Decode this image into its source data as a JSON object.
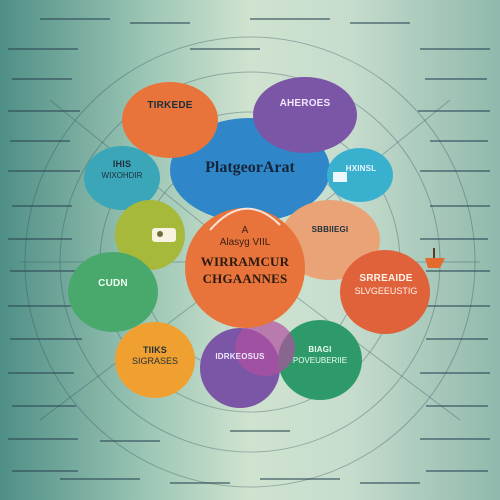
{
  "center": {
    "title": "PlatgeorArat",
    "subtitle_line1": "A",
    "subtitle_line2": "Alasyg VIIL",
    "main_line1": "WIRRAMCUR",
    "main_line2": "CHGAANNES"
  },
  "nodes": {
    "top_orange": {
      "heading": "TIRKEDE"
    },
    "top_purple": {
      "heading": "AHEROES"
    },
    "left_teal": {
      "heading": "IHIS",
      "sub": "WIXOHDIR"
    },
    "left_green": {
      "heading": "CUDN"
    },
    "right_blue": {
      "heading": "HXINSL"
    },
    "right_peach": {
      "heading": "SBBIIEGI"
    },
    "right_orange": {
      "heading": "SRREAIDE",
      "sub": "SLVGEEUSTIG"
    },
    "bottom_orange": {
      "heading": "TIIKS",
      "sub": "SIGRASES"
    },
    "bottom_purple": {
      "heading": "IDRKEOSUS"
    },
    "bottom_green": {
      "heading": "BIAGI",
      "sub": "POVEUBERIIE"
    }
  },
  "colors": {
    "orange": "#e8743b",
    "purple": "#7b55a6",
    "blue": "#2f86c8",
    "teal": "#3aa6b8",
    "yellowgreen": "#a7b93a",
    "green": "#49a96c",
    "peach": "#e9a377",
    "red_orange": "#e0623a",
    "emerald": "#2e9a6a",
    "magenta": "#b0509f"
  },
  "icons": [
    "drawing-icon",
    "boat-icon",
    "book-icon"
  ]
}
